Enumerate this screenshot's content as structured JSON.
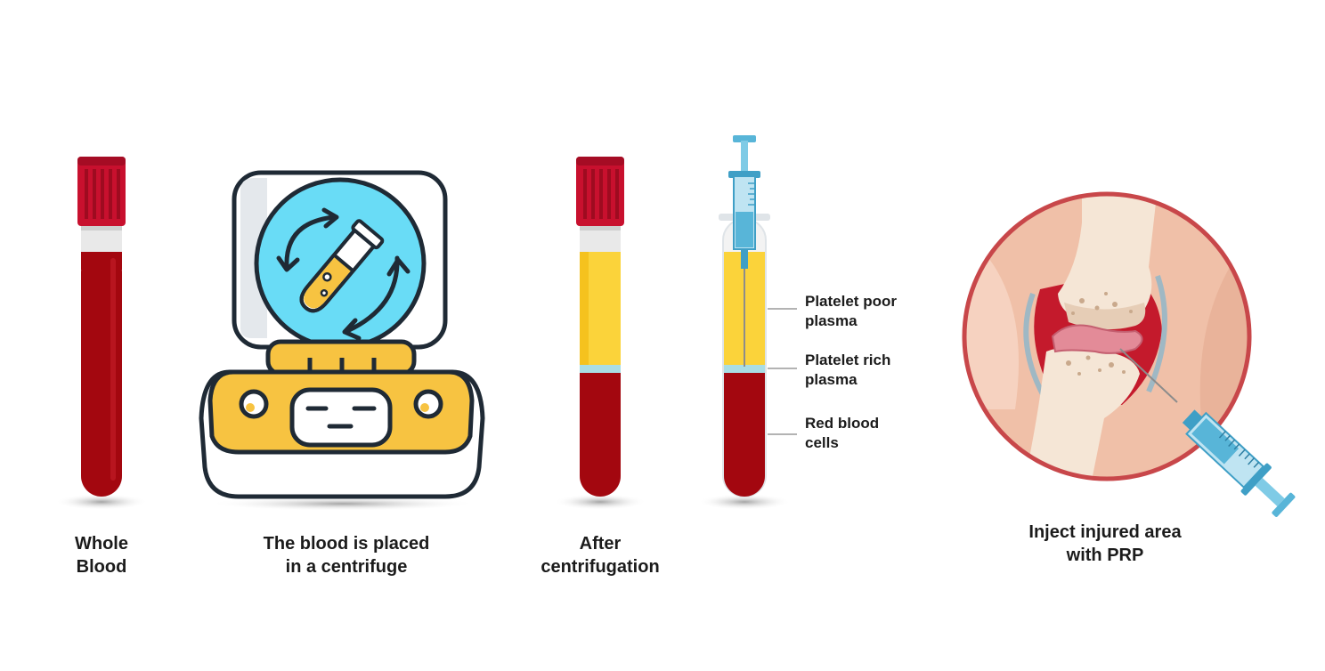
{
  "steps": [
    {
      "line1": "Whole",
      "line2": "Blood"
    },
    {
      "line1": "The blood is placed",
      "line2": "in a centrifuge"
    },
    {
      "line1": "After",
      "line2": "centrifugation"
    },
    {
      "line1": "Inject injured area",
      "line2": "with PRP"
    }
  ],
  "layers": [
    {
      "line1": "Platelet poor",
      "line2": "plasma"
    },
    {
      "line1": "Platelet rich",
      "line2": "plasma"
    },
    {
      "line1": "Red blood",
      "line2": "cells"
    }
  ],
  "colors": {
    "blood": "#a3070f",
    "cap": "#c8102e",
    "plasma": "#fbd33a",
    "buffy": "#a9dde5",
    "centrifuge_body": "#f7c341",
    "centrifuge_window": "#69dcf6",
    "outline": "#1f2a35",
    "joint_ring": "#c8474a",
    "syringe": "#58b5d8"
  }
}
